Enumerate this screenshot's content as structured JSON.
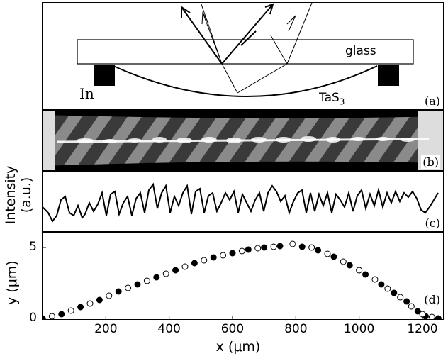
{
  "panel_a": {
    "glass_label": "glass",
    "in_label": "In",
    "tas_label_main": "TaS",
    "tas_label_sub": "3",
    "panel_tag": "(a)"
  },
  "panel_b": {
    "panel_tag": "(b)"
  },
  "panel_c": {
    "panel_tag": "(c)",
    "y_label_line1": "Intensity",
    "y_label_line2": "(a.u.)"
  },
  "panel_d": {
    "panel_tag": "(d)",
    "y_axis_label": "y (μm)",
    "x_axis_label": "x (μm)",
    "x_ticks": [
      "200",
      "400",
      "600",
      "800",
      "1000",
      "1200"
    ],
    "y_ticks": [
      "0",
      "5"
    ]
  },
  "chart_data": {
    "type": "scatter",
    "xlim": [
      0,
      1265
    ],
    "ylim": [
      0,
      6
    ],
    "series": [
      {
        "marker": "filled",
        "color": "#000000",
        "points": [
          [
            0,
            0
          ],
          [
            60,
            0.3
          ],
          [
            120,
            0.8
          ],
          [
            180,
            1.3
          ],
          [
            240,
            1.9
          ],
          [
            300,
            2.4
          ],
          [
            360,
            2.9
          ],
          [
            420,
            3.4
          ],
          [
            480,
            3.9
          ],
          [
            540,
            4.3
          ],
          [
            600,
            4.6
          ],
          [
            650,
            4.85
          ],
          [
            700,
            5.0
          ],
          [
            750,
            5.1
          ],
          [
            820,
            5.05
          ],
          [
            870,
            4.8
          ],
          [
            920,
            4.35
          ],
          [
            970,
            3.75
          ],
          [
            1020,
            3.1
          ],
          [
            1070,
            2.4
          ],
          [
            1110,
            1.8
          ],
          [
            1150,
            1.2
          ],
          [
            1185,
            0.5
          ],
          [
            1210,
            0.15
          ],
          [
            1250,
            0
          ]
        ]
      },
      {
        "marker": "open",
        "color": "#000000",
        "points": [
          [
            30,
            0.15
          ],
          [
            90,
            0.55
          ],
          [
            150,
            1.05
          ],
          [
            210,
            1.6
          ],
          [
            270,
            2.15
          ],
          [
            330,
            2.65
          ],
          [
            390,
            3.15
          ],
          [
            450,
            3.65
          ],
          [
            510,
            4.1
          ],
          [
            570,
            4.45
          ],
          [
            630,
            4.75
          ],
          [
            680,
            4.95
          ],
          [
            730,
            5.05
          ],
          [
            790,
            5.25
          ],
          [
            850,
            5.0
          ],
          [
            900,
            4.55
          ],
          [
            950,
            4.0
          ],
          [
            1000,
            3.4
          ],
          [
            1050,
            2.75
          ],
          [
            1090,
            2.1
          ],
          [
            1130,
            1.5
          ],
          [
            1165,
            0.85
          ],
          [
            1200,
            0.3
          ],
          [
            1230,
            0.1
          ]
        ]
      }
    ]
  }
}
